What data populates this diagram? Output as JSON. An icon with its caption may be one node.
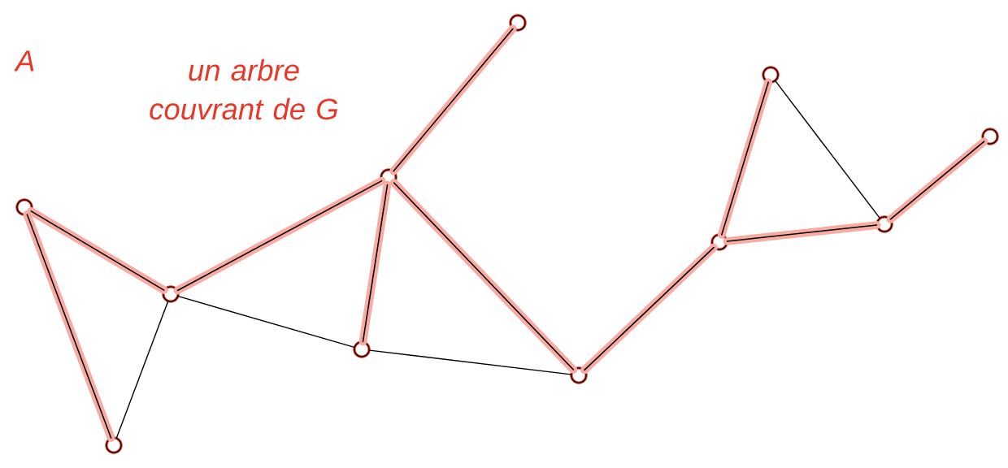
{
  "diagram": {
    "nodes": [
      {
        "text": [],
        "shape": "circle"
      },
      {
        "text": [],
        "shape": "circle"
      },
      {
        "text": [],
        "shape": "circle"
      },
      {
        "text": [],
        "shape": "circle"
      },
      {
        "text": [],
        "shape": "circle"
      },
      {
        "text": [],
        "shape": "circle"
      },
      {
        "text": [],
        "shape": "circle"
      },
      {
        "text": [],
        "shape": "circle"
      },
      {
        "text": [],
        "shape": "circle"
      },
      {
        "text": [],
        "shape": "circle"
      },
      {
        "text": [],
        "shape": "circle"
      }
    ],
    "edges": [
      {
        "from": 0,
        "to": 1,
        "arrow": "none"
      },
      {
        "from": 0,
        "to": 2,
        "arrow": "none"
      },
      {
        "from": 1,
        "to": 2,
        "arrow": "none",
        "color": "#000000"
      },
      {
        "from": 1,
        "to": 3,
        "arrow": "none"
      },
      {
        "from": 1,
        "to": 5,
        "arrow": "none",
        "color": "#000000"
      },
      {
        "from": 3,
        "to": 4,
        "arrow": "none"
      },
      {
        "from": 3,
        "to": 5,
        "arrow": "none"
      },
      {
        "from": 3,
        "to": 6,
        "arrow": "none"
      },
      {
        "from": 5,
        "to": 6,
        "arrow": "none",
        "color": "#000000"
      },
      {
        "from": 6,
        "to": 7,
        "arrow": "none"
      },
      {
        "from": 7,
        "to": 8,
        "arrow": "none"
      },
      {
        "from": 8,
        "to": 9,
        "arrow": "none",
        "color": "#000000"
      },
      {
        "from": 7,
        "to": 9,
        "arrow": "none"
      },
      {
        "from": 9,
        "to": 10,
        "arrow": "none"
      }
    ],
    "labels": [
      "A",
      "un arbre couvrant de G"
    ]
  }
}
